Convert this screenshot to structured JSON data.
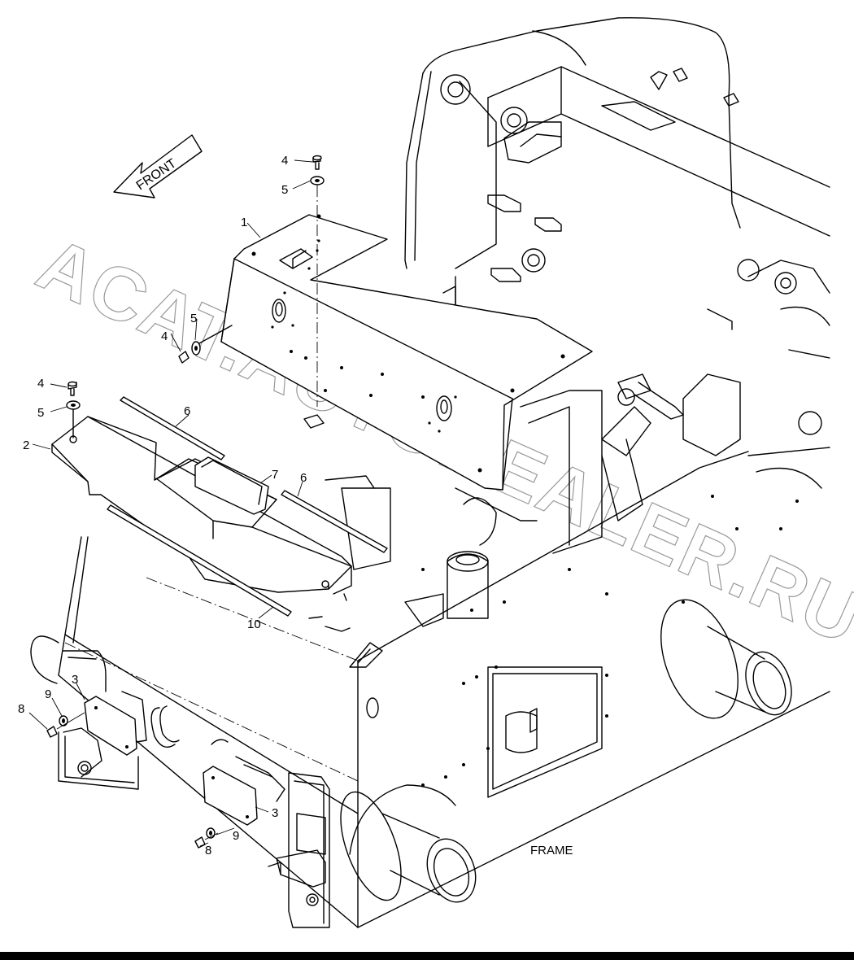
{
  "labels": {
    "front": "FRONT",
    "frame": "FRAME",
    "watermark": "ACAT.AUTODEALER.RU"
  },
  "callouts": [
    {
      "id": "c4a",
      "text": "4"
    },
    {
      "id": "c5a",
      "text": "5"
    },
    {
      "id": "c1",
      "text": "1"
    },
    {
      "id": "c5b",
      "text": "5"
    },
    {
      "id": "c4b",
      "text": "4"
    },
    {
      "id": "c4c",
      "text": "4"
    },
    {
      "id": "c5c",
      "text": "5"
    },
    {
      "id": "c6a",
      "text": "6"
    },
    {
      "id": "c2",
      "text": "2"
    },
    {
      "id": "c7",
      "text": "7"
    },
    {
      "id": "c6b",
      "text": "6"
    },
    {
      "id": "c10",
      "text": "10"
    },
    {
      "id": "c3a",
      "text": "3"
    },
    {
      "id": "c9a",
      "text": "9"
    },
    {
      "id": "c8a",
      "text": "8"
    },
    {
      "id": "c3b",
      "text": "3"
    },
    {
      "id": "c9b",
      "text": "9"
    },
    {
      "id": "c8b",
      "text": "8"
    }
  ]
}
